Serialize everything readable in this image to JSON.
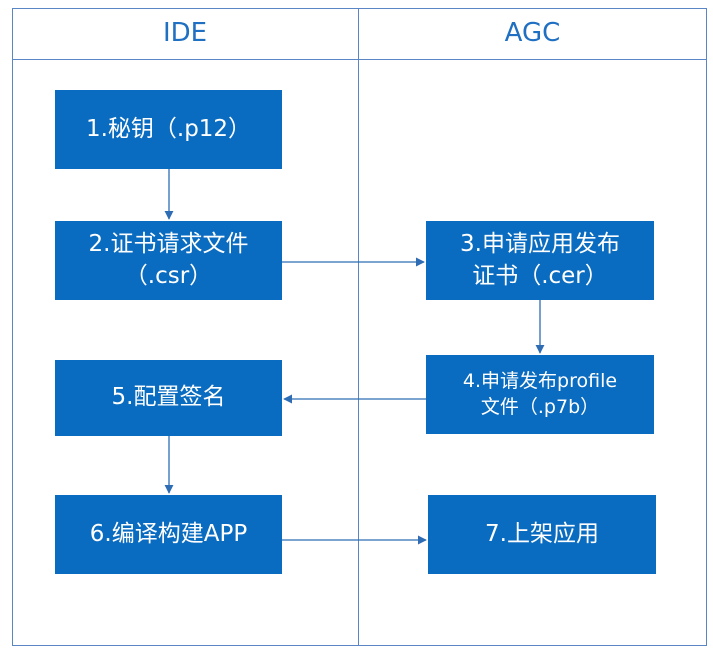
{
  "lanes": {
    "left": "IDE",
    "right": "AGC"
  },
  "steps": {
    "s1": "1.秘钥（.p12）",
    "s2": "2.证书请求文件\n（.csr）",
    "s3": "3.申请应用发布\n证书（.cer）",
    "s4": "4.申请发布profile\n文件（.p7b）",
    "s5": "5.配置签名",
    "s6": "6.编译构建APP",
    "s7": "7.上架应用"
  },
  "colors": {
    "box_fill": "#0a6cc0",
    "box_text": "#ffffff",
    "border": "#5b86c5",
    "lane_title": "#1f6fc2",
    "arrow": "#2e6db4"
  }
}
